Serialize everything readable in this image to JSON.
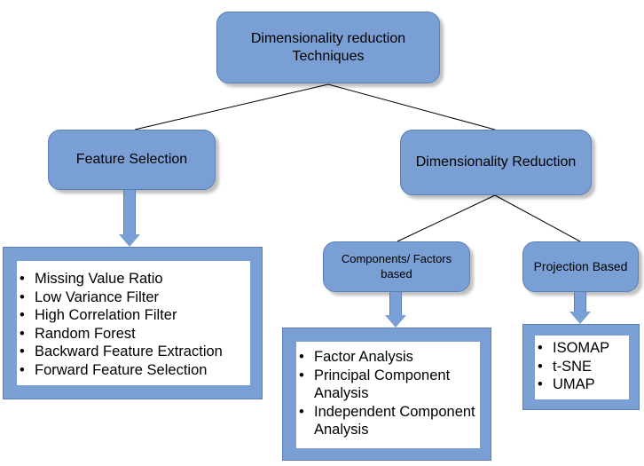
{
  "root": {
    "lines": [
      "Dimensionality reduction",
      "Techniques"
    ]
  },
  "feature_selection": {
    "label": "Feature Selection",
    "items": [
      "Missing Value Ratio",
      "Low Variance Filter",
      "High Correlation Filter",
      "Random Forest",
      "Backward Feature Extraction",
      "Forward Feature Selection"
    ]
  },
  "dimensionality_reduction": {
    "label": "Dimensionality Reduction"
  },
  "components_factors": {
    "lines": [
      "Components/ Factors",
      "based"
    ],
    "items": [
      "Factor Analysis",
      "Principal Component Analysis",
      "Independent Component Analysis"
    ]
  },
  "projection_based": {
    "label": "Projection Based",
    "items": [
      "ISOMAP",
      "t-SNE",
      "UMAP"
    ]
  },
  "bullet_char": "•",
  "colors": {
    "box_fill": "#7a9fd4",
    "box_border": "#5a7fb6",
    "connector": "#000000"
  }
}
